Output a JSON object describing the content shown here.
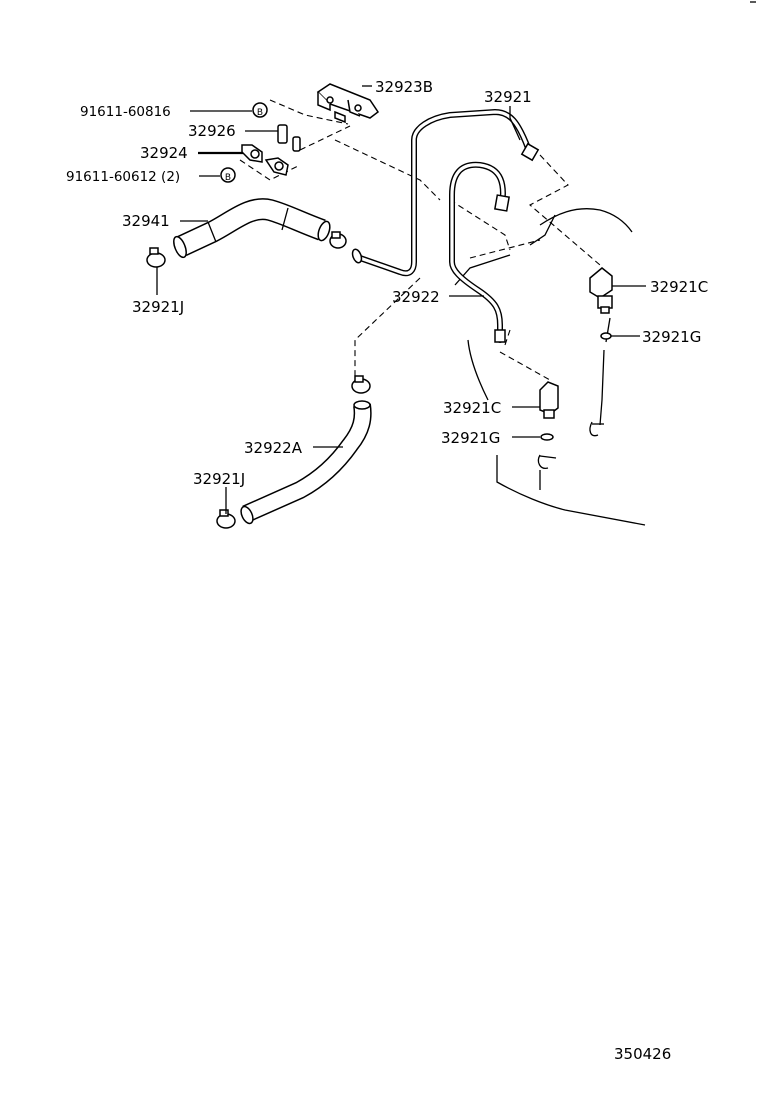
{
  "labels": {
    "p32923B": "32923B",
    "p91611_60816": "91611-60816",
    "p32926": "32926",
    "p32924": "32924",
    "p91611_60612": "91611-60612 (2)",
    "p32921_top": "32921",
    "p32941": "32941",
    "p32921J_upper": "32921J",
    "p32921C_right": "32921C",
    "p32922": "32922",
    "p32921G_right": "32921G",
    "p32921C_lower": "32921C",
    "p32921G_lower": "32921G",
    "p32922A": "32922A",
    "p32921J_lower": "32921J"
  },
  "bolt_marker": "B",
  "figure_number": "350426"
}
